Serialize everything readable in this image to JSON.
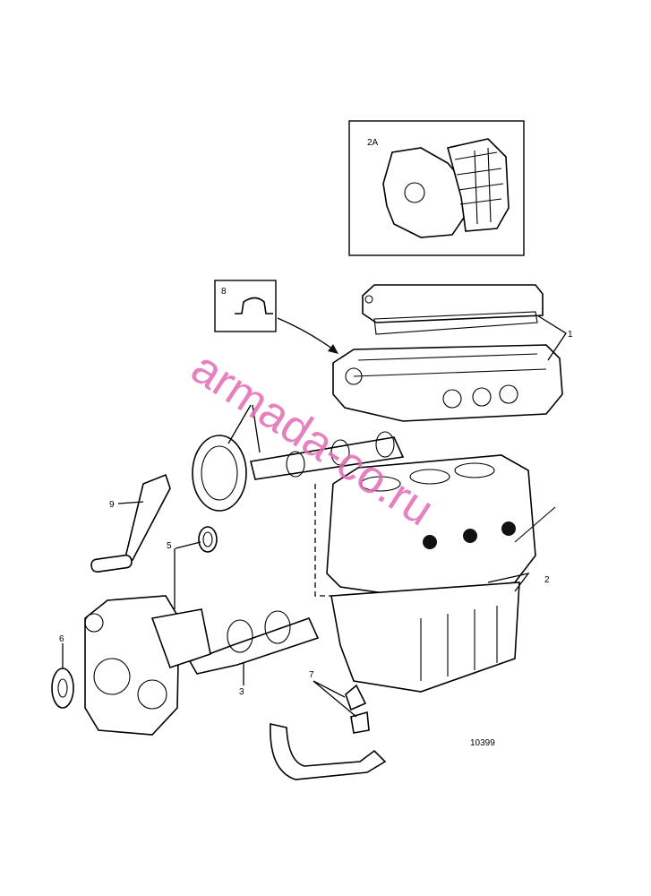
{
  "diagram": {
    "inset_labels": {
      "cover": "2A",
      "clip": "8"
    },
    "callouts": [
      "1",
      "2",
      "3",
      "5",
      "6",
      "7",
      "9"
    ],
    "figure_number": "10399",
    "watermark": "armada-co.ru"
  }
}
